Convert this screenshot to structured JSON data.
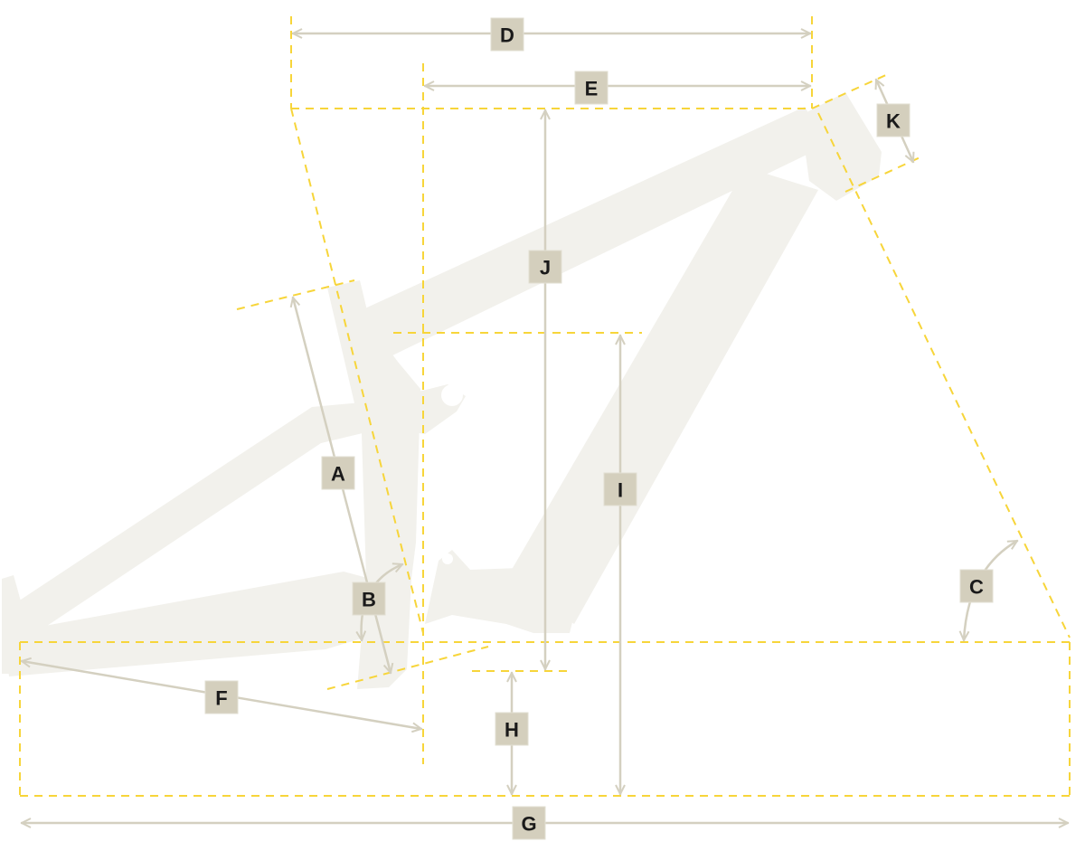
{
  "diagram": {
    "type": "bike-frame-geometry",
    "colors": {
      "frame": "#f2f1ec",
      "dimension_line": "#d4d0c0",
      "reference_line": "#f7d53a",
      "label_bg": "#d4cfbd"
    },
    "labels": {
      "A": "A",
      "B": "B",
      "C": "C",
      "D": "D",
      "E": "E",
      "F": "F",
      "G": "G",
      "H": "H",
      "I": "I",
      "J": "J",
      "K": "K"
    }
  }
}
